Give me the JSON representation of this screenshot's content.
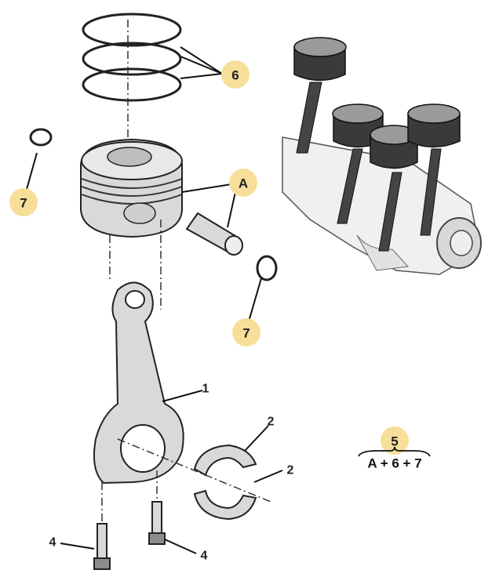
{
  "callouts": {
    "piston_rings": "6",
    "circlip_left": "7",
    "piston_assembly": "A",
    "circlip_right": "7",
    "kit": "5"
  },
  "labels": {
    "connecting_rod": "1",
    "bearing_upper": "2",
    "bearing_lower": "2",
    "bolt_left": "4",
    "bolt_right": "4"
  },
  "formula": "A + 6 + 7",
  "colors": {
    "callout_bg": "#f7df9a",
    "part_fill": "#d9d9d9",
    "part_dark": "#8c8c8c"
  }
}
